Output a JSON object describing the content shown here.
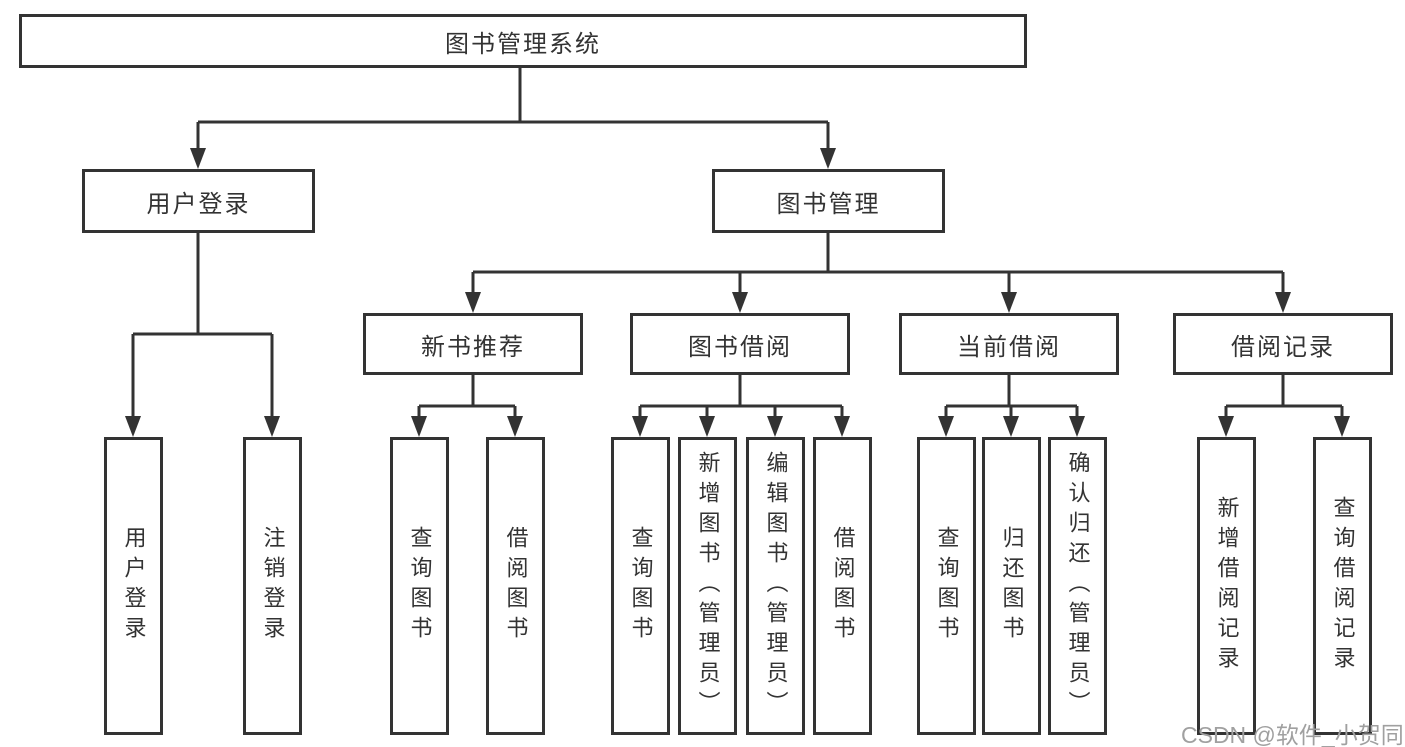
{
  "tree": {
    "root": "图书管理系统",
    "branches": [
      {
        "label": "用户登录",
        "children": [
          "用户登录",
          "注销登录"
        ]
      },
      {
        "label": "图书管理",
        "children": [
          {
            "label": "新书推荐",
            "children": [
              "查询图书",
              "借阅图书"
            ]
          },
          {
            "label": "图书借阅",
            "children": [
              "查询图书",
              "新增图书（管理员）",
              "编辑图书（管理员）",
              "借阅图书"
            ]
          },
          {
            "label": "当前借阅",
            "children": [
              "查询图书",
              "归还图书",
              "确认归还（管理员）"
            ]
          },
          {
            "label": "借阅记录",
            "children": [
              "新增借阅记录",
              "查询借阅记录"
            ]
          }
        ]
      }
    ]
  },
  "watermark": {
    "text": "CSDN @软件_小贺同学"
  },
  "colors": {
    "line": "#333333",
    "box_border": "#333333",
    "box_fill": "#ffffff",
    "text": "#333333",
    "watermark": "#a0a0a0",
    "background": "#ffffff"
  }
}
